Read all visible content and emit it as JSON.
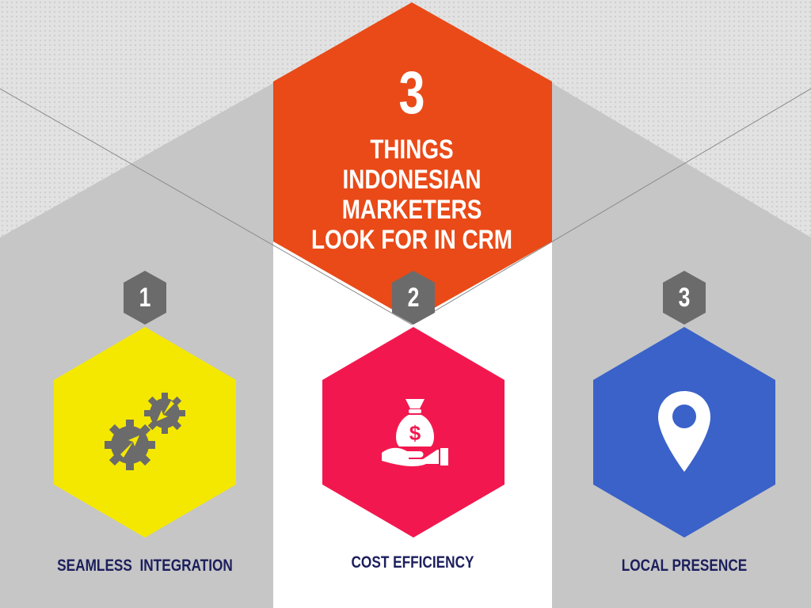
{
  "header": {
    "number": "3",
    "title": "THINGS INDONESIAN MARKETERS LOOK FOR IN CRM"
  },
  "items": [
    {
      "number": "1",
      "label": "SEAMLESS  INTEGRATION",
      "color": "#f5e800",
      "icon": "gears-icon"
    },
    {
      "number": "2",
      "label": "COST EFFICIENCY",
      "color": "#f2184f",
      "icon": "money-bag-hand-icon"
    },
    {
      "number": "3",
      "label": "LOCAL PRESENCE",
      "color": "#3a62c8",
      "icon": "location-pin-icon"
    }
  ],
  "colors": {
    "header_hex": "#e94a18",
    "badge": "#6b6b6b",
    "panel_gray": "#c6c6c6",
    "panel_white": "#ffffff",
    "label_text": "#1c1f5c"
  }
}
